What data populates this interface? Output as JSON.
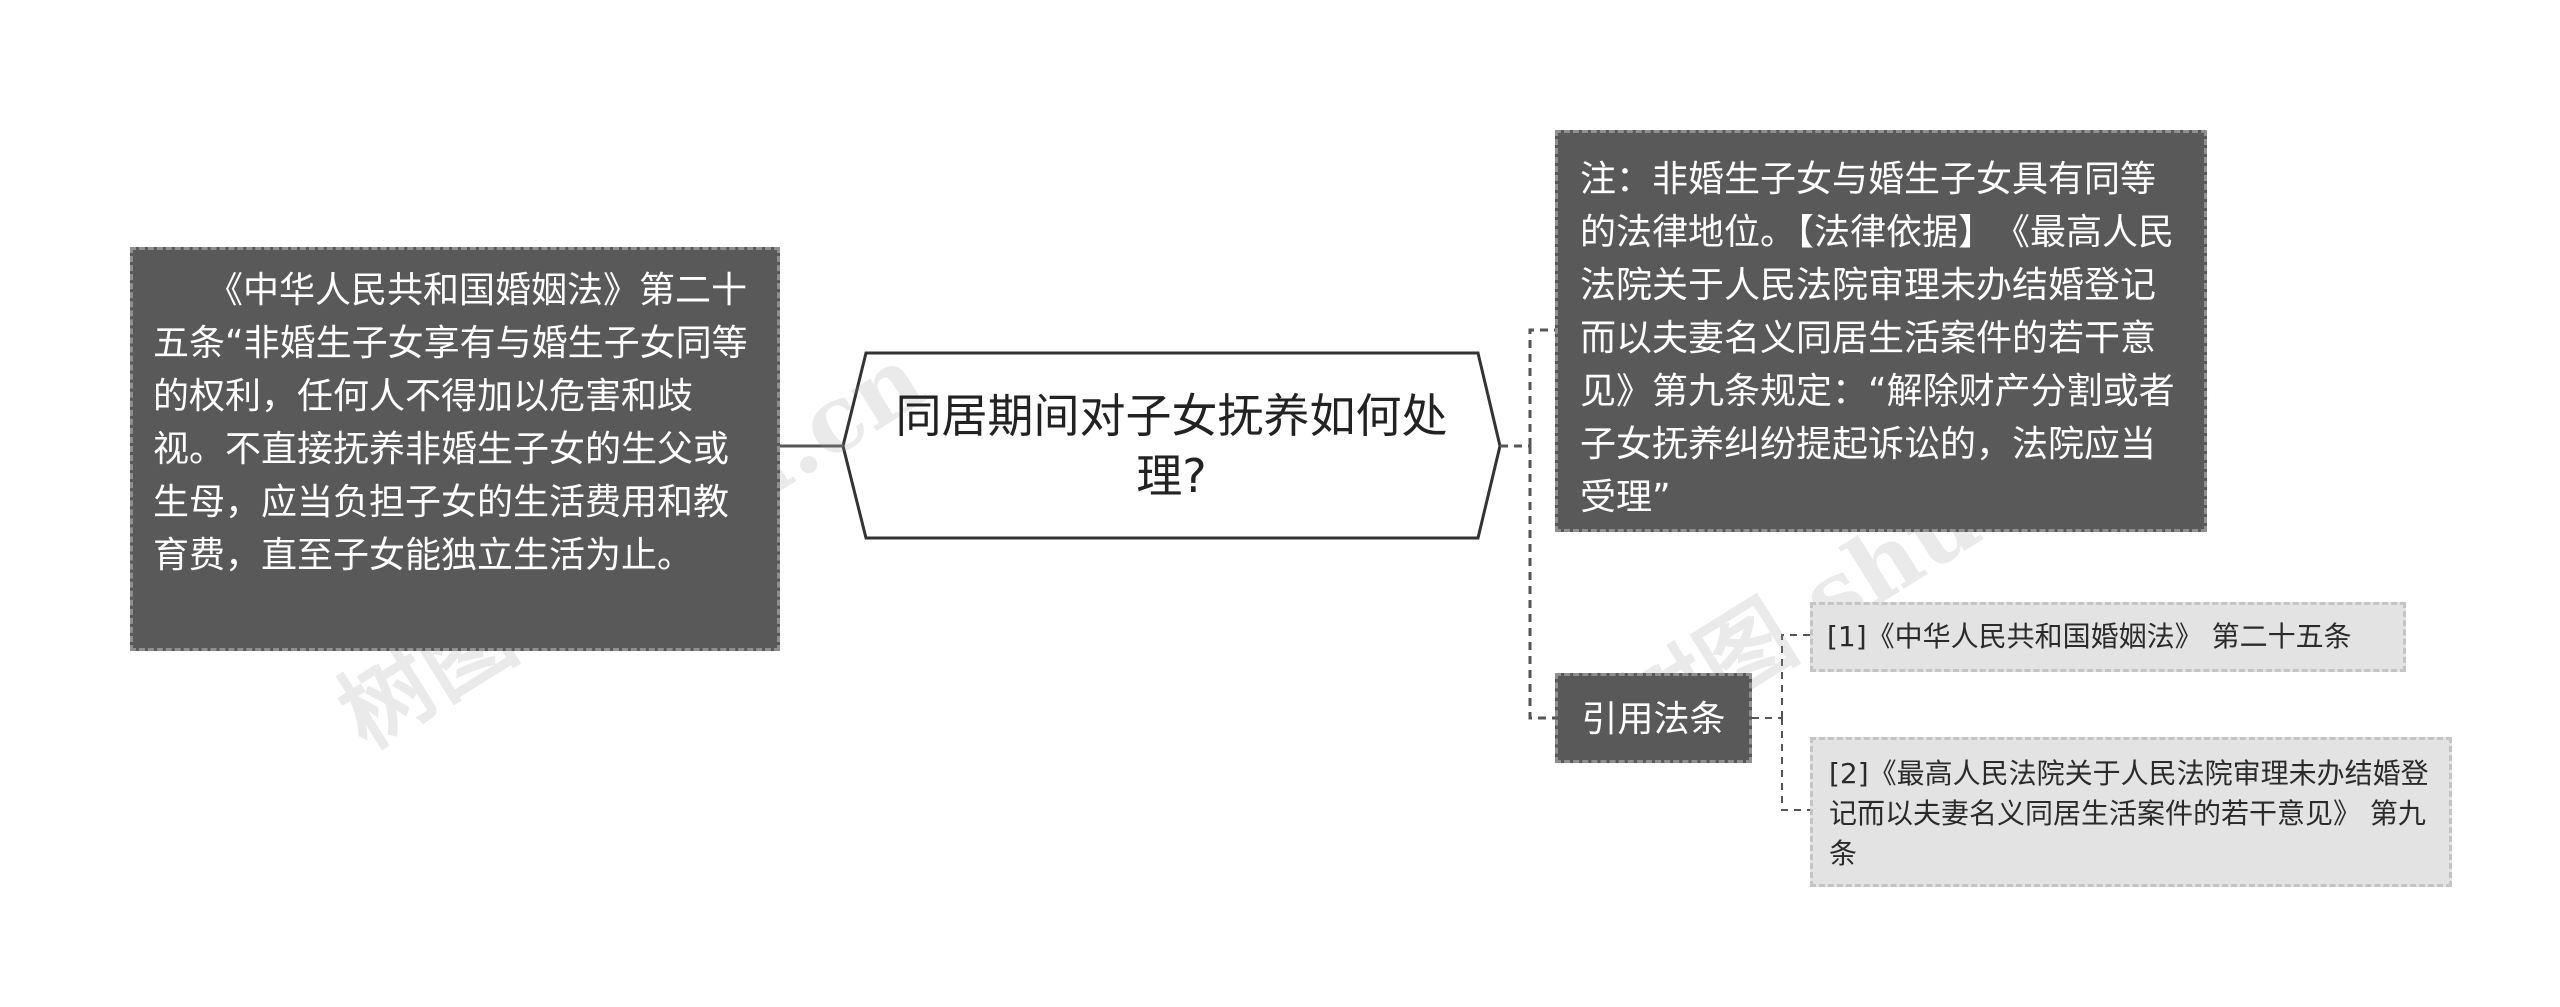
{
  "watermark": {
    "text_1": "树图 shutu.cn",
    "text_2": "树图 shutu.cn"
  },
  "center": {
    "label": "同居期间对子女抚养如何处理?"
  },
  "left_node": {
    "text": "　　《中华人民共和国婚姻法》第二十五条“非婚生子女享有与婚生子女同等的权利，任何人不得加以危害和歧视。不直接抚养非婚生子女的生父或生母，应当负担子女的生活费用和教育费，直至子女能独立生活为止。"
  },
  "right_note": {
    "text": "注：非婚生子女与婚生子女具有同等的法律地位。【法律依据】　《最高人民法院关于人民法院审理未办结婚登记而以夫妻名义同居生活案件的若干意见》第九条规定：“解除财产分割或者子女抚养纠纷提起诉讼的，法院应当受理”"
  },
  "citation": {
    "label": "引用法条",
    "items": [
      {
        "text": "[1]《中华人民共和国婚姻法》 第二十五条"
      },
      {
        "text": "[2]《最高人民法院关于人民法院审理未办结婚登记而以夫妻名义同居生活案件的若干意见》 第九条"
      }
    ]
  },
  "colors": {
    "dark_node": "#595959",
    "light_node": "#e3e3e3",
    "line": "#555555"
  }
}
